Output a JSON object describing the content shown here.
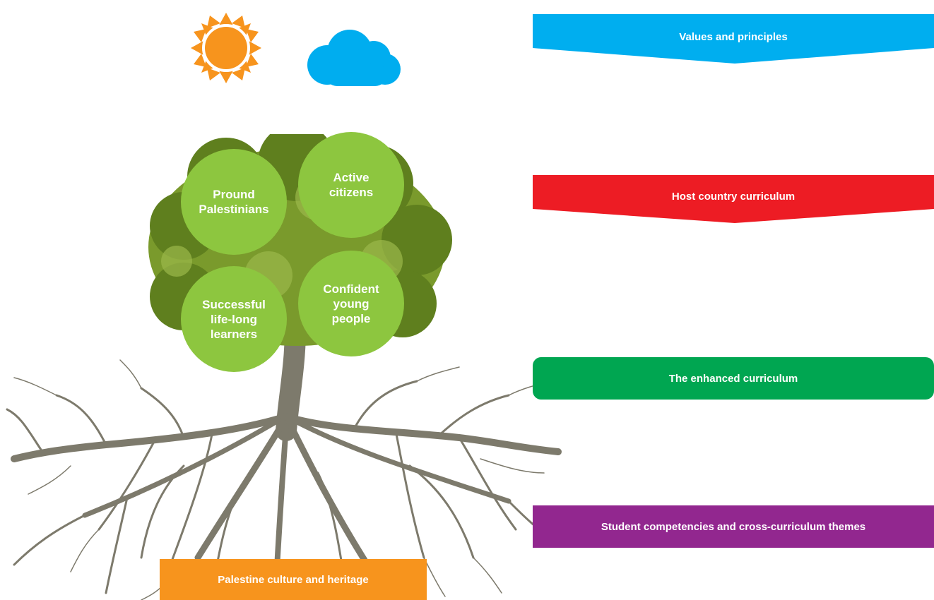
{
  "colors": {
    "sun": "#f7941d",
    "cloud": "#00adef",
    "values": "#00aeef",
    "host": "#ed1c24",
    "enhanced": "#00a651",
    "student": "#92278f",
    "heritage": "#f7941d",
    "circle": "#8dc63f"
  },
  "circles": {
    "proud": "Pround\nPalestinians",
    "active": "Active\ncitizens",
    "successful": "Successful\nlife-long\nlearners",
    "confident": "Confident\nyoung\npeople"
  },
  "banners": {
    "values": "Values and principles",
    "host": "Host country curriculum",
    "enhanced": "The enhanced curriculum",
    "student": "Student competencies and cross-curriculum themes",
    "heritage": "Palestine culture and heritage"
  }
}
